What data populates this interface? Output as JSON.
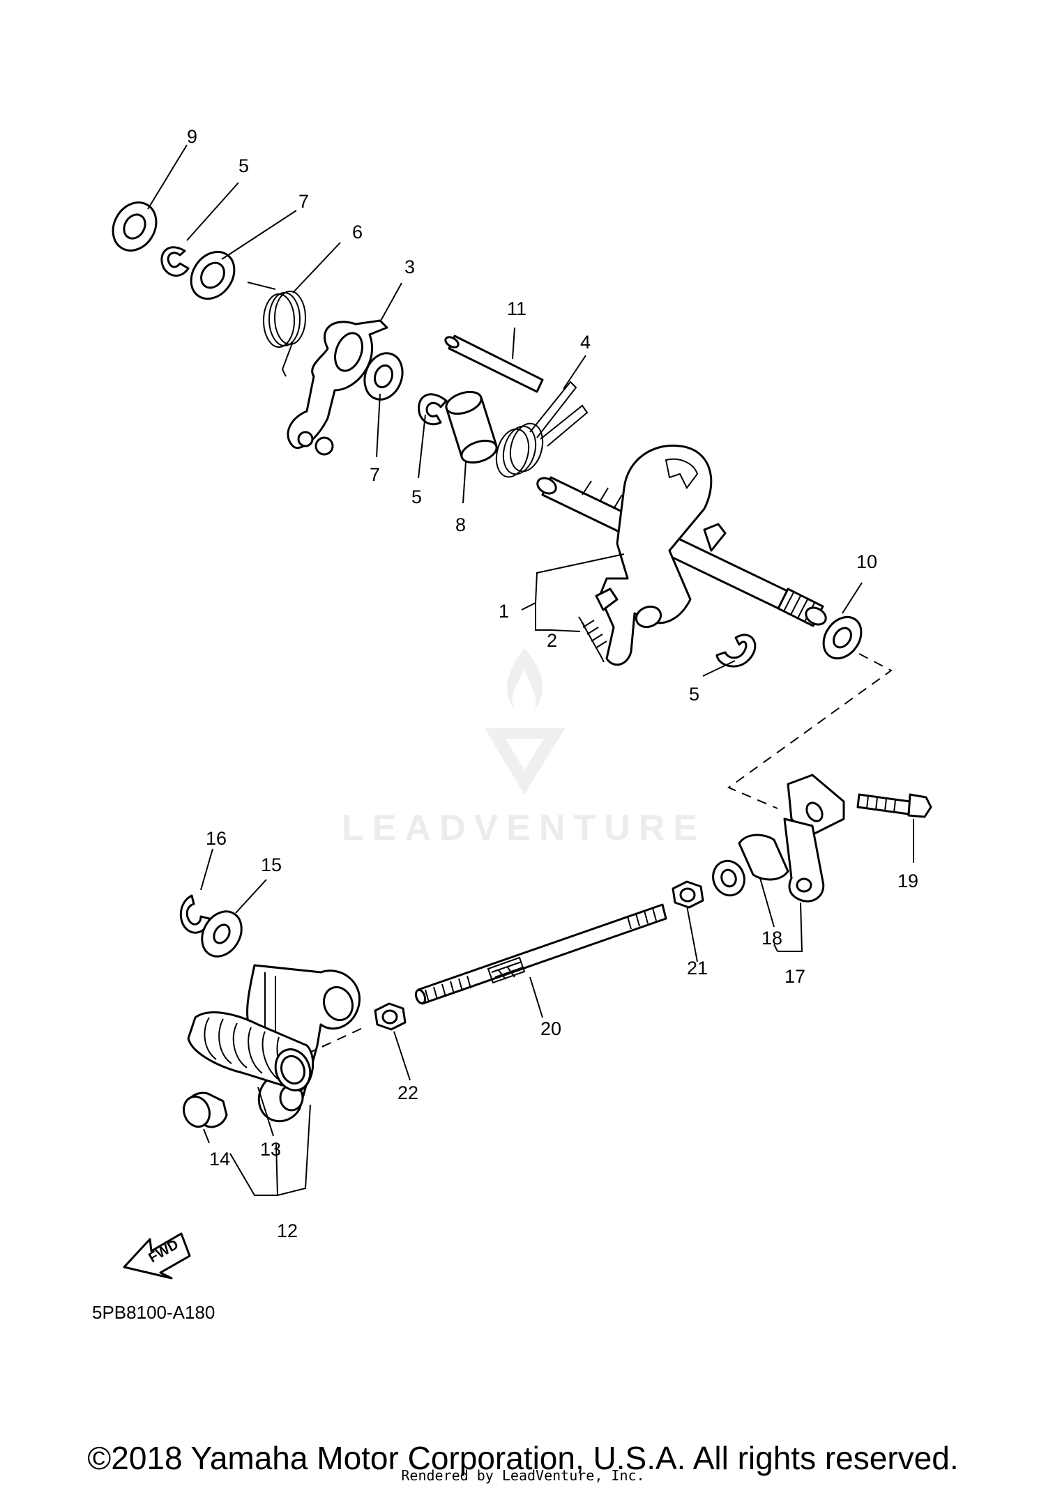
{
  "diagram": {
    "callouts": {
      "c1": "1",
      "c2": "2",
      "c3": "3",
      "c4": "4",
      "c5a": "5",
      "c5b": "5",
      "c5c": "5",
      "c6": "6",
      "c7a": "7",
      "c7b": "7",
      "c8": "8",
      "c9": "9",
      "c10": "10",
      "c11": "11",
      "c12": "12",
      "c13": "13",
      "c14": "14",
      "c15": "15",
      "c16": "16",
      "c17": "17",
      "c18": "18",
      "c19": "19",
      "c20": "20",
      "c21": "21",
      "c22": "22"
    },
    "fwd_label": "FWD",
    "diagram_code": "5PB8100-A180",
    "watermark": "LEADVENTURE",
    "icons": [
      "leadventure-logo-icon",
      "fwd-arrow-icon"
    ]
  },
  "footer": {
    "copyright": "©2018 Yamaha Motor Corporation, U.S.A. All rights reserved.",
    "rendered_by": "Rendered by LeadVenture, Inc."
  }
}
